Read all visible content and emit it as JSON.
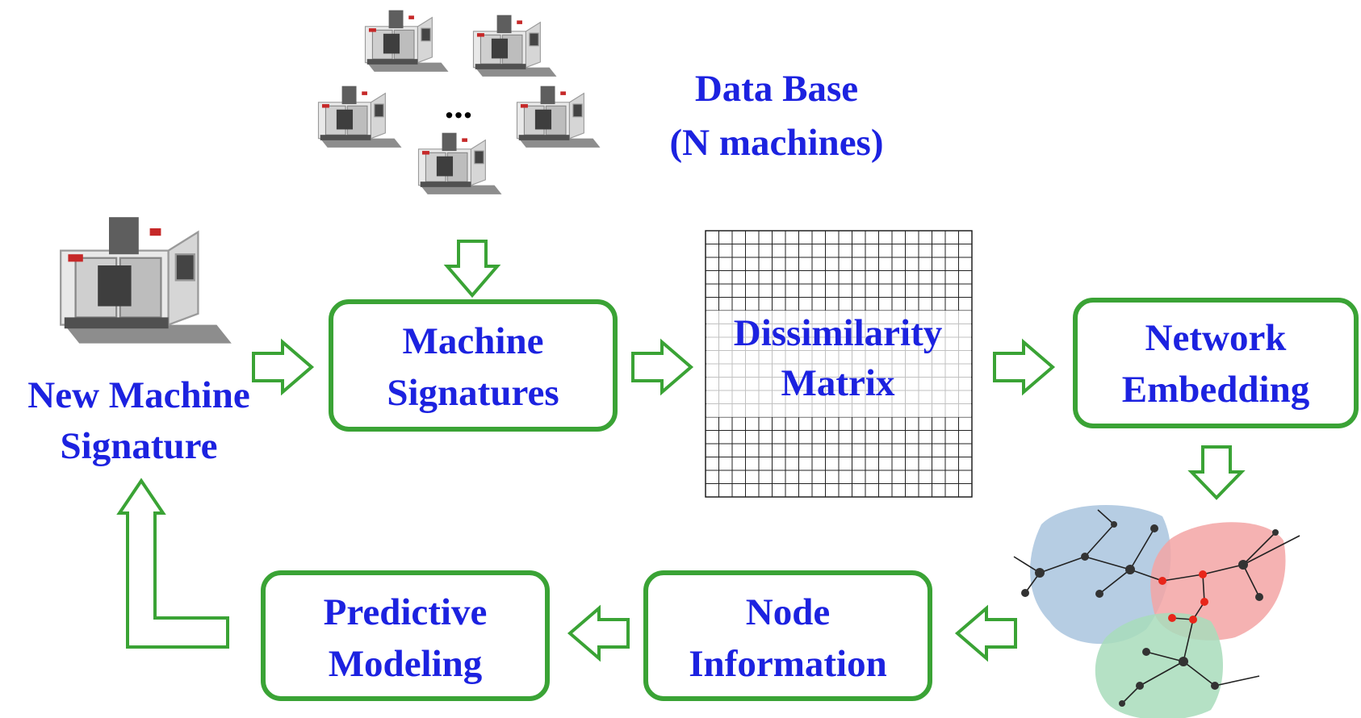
{
  "diagram": {
    "database_label": {
      "line1": "Data Base",
      "line2": "(N machines)"
    },
    "ellipsis": "...",
    "new_machine_label": {
      "line1": "New Machine",
      "line2": "Signature"
    },
    "matrix_label": {
      "line1": "Dissimilarity",
      "line2": "Matrix"
    },
    "boxes": {
      "machine_signatures": {
        "line1": "Machine",
        "line2": "Signatures"
      },
      "network_embedding": {
        "line1": "Network",
        "line2": "Embedding"
      },
      "node_information": {
        "line1": "Node",
        "line2": "Information"
      },
      "predictive_modeling": {
        "line1": "Predictive",
        "line2": "Modeling"
      }
    },
    "colors": {
      "label_blue": "#1c22e0",
      "box_green": "#3aa335",
      "cluster_blue": "#a9c4de",
      "cluster_red": "#f3a4a4",
      "cluster_green": "#a8dcbb",
      "highlight_node": "#e8261a"
    },
    "icons": [
      "cnc-machine-icon",
      "network-graph-icon",
      "grid-matrix-icon"
    ]
  }
}
